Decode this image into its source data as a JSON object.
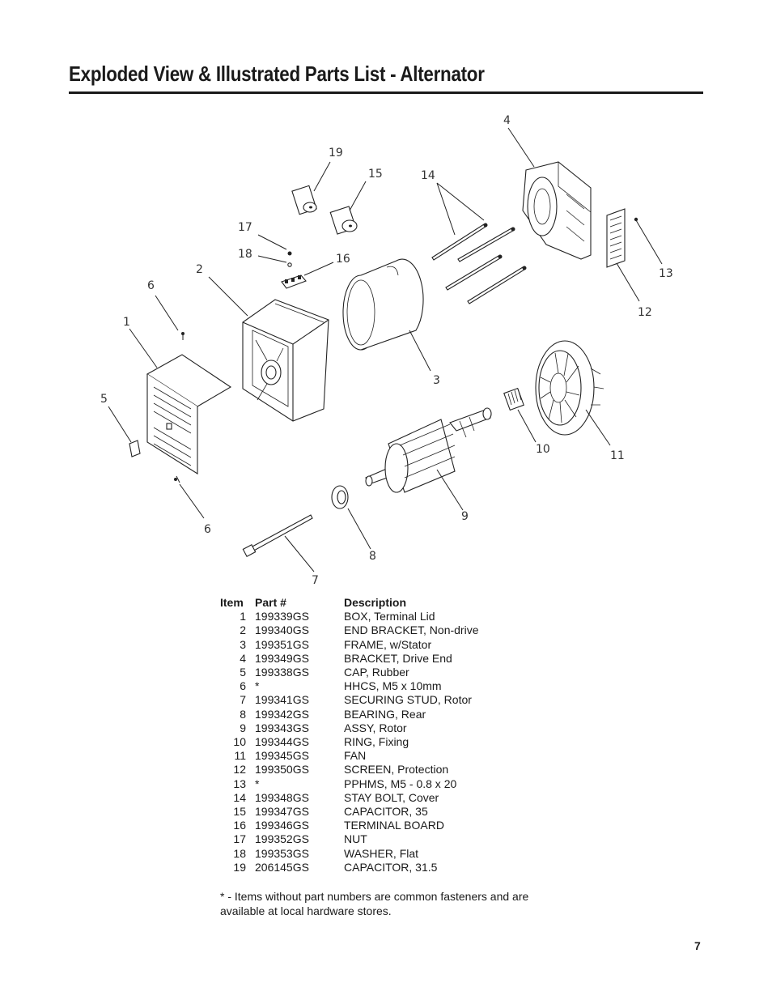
{
  "title": "Exploded View & Illustrated Parts List - Alternator",
  "callouts": [
    "1",
    "2",
    "3",
    "4",
    "5",
    "6",
    "6",
    "7",
    "8",
    "9",
    "10",
    "11",
    "12",
    "13",
    "14",
    "15",
    "16",
    "17",
    "18",
    "19"
  ],
  "table": {
    "headers": {
      "item": "Item",
      "part": "Part #",
      "description": "Description"
    },
    "rows": [
      {
        "item": "1",
        "part": "199339GS",
        "description": "BOX, Terminal Lid"
      },
      {
        "item": "2",
        "part": "199340GS",
        "description": "END BRACKET, Non-drive"
      },
      {
        "item": "3",
        "part": "199351GS",
        "description": "FRAME, w/Stator"
      },
      {
        "item": "4",
        "part": "199349GS",
        "description": "BRACKET, Drive End"
      },
      {
        "item": "5",
        "part": "199338GS",
        "description": "CAP, Rubber"
      },
      {
        "item": "6",
        "part": "*",
        "description": "HHCS, M5 x 10mm"
      },
      {
        "item": "7",
        "part": "199341GS",
        "description": "SECURING STUD, Rotor"
      },
      {
        "item": "8",
        "part": "199342GS",
        "description": "BEARING, Rear"
      },
      {
        "item": "9",
        "part": "199343GS",
        "description": "ASSY, Rotor"
      },
      {
        "item": "10",
        "part": "199344GS",
        "description": "RING, Fixing"
      },
      {
        "item": "11",
        "part": "199345GS",
        "description": "FAN"
      },
      {
        "item": "12",
        "part": "199350GS",
        "description": "SCREEN, Protection"
      },
      {
        "item": "13",
        "part": "*",
        "description": "PPHMS, M5 - 0.8 x 20"
      },
      {
        "item": "14",
        "part": "199348GS",
        "description": "STAY BOLT, Cover"
      },
      {
        "item": "15",
        "part": "199347GS",
        "description": "CAPACITOR, 35"
      },
      {
        "item": "16",
        "part": "199346GS",
        "description": "TERMINAL BOARD"
      },
      {
        "item": "17",
        "part": "199352GS",
        "description": "NUT"
      },
      {
        "item": "18",
        "part": "199353GS",
        "description": "WASHER, Flat"
      },
      {
        "item": "19",
        "part": "206145GS",
        "description": "CAPACITOR, 31.5"
      }
    ]
  },
  "note": "* - Items without part numbers are common fasteners and are available at local hardware stores.",
  "page_number": "7"
}
